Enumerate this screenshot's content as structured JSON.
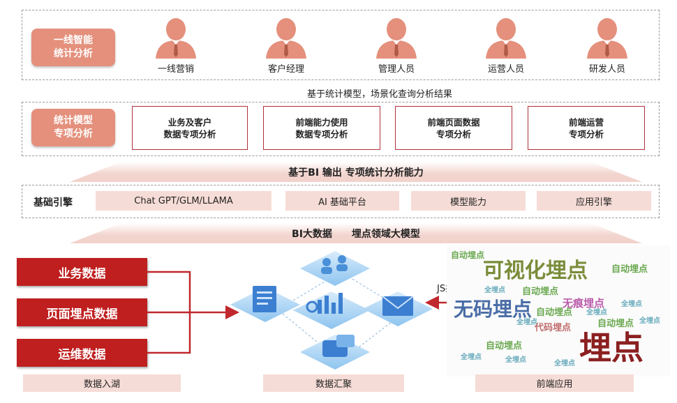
{
  "top": {
    "label": "一线智能\n统计分析",
    "roles": [
      "一线营销",
      "客户经理",
      "管理人员",
      "运营人员",
      "研发人员"
    ]
  },
  "caption_stat": "基于统计模型，场景化查询分析结果",
  "stat": {
    "label": "统计模型\n专项分析",
    "modules": [
      "业务及客户\n数据专项分析",
      "前端能力使用\n数据专项分析",
      "前端页面数据\n专项分析",
      "前端运营\n专项分析"
    ]
  },
  "band_bi": "基于BI 输出 专项统计分析能力",
  "engine": {
    "label": "基础引擎",
    "items": [
      "Chat GPT/GLM/LLAMA",
      "AI 基础平台",
      "模型能力",
      "应用引擎"
    ]
  },
  "band_big": "BI大数据　　埋点领域大模型",
  "sources": [
    "业务数据",
    "页面埋点数据",
    "运维数据"
  ],
  "js_probe": "JS探针",
  "wordcloud": [
    {
      "text": "自动埋点",
      "color": "#6aa84f",
      "size": 12
    },
    {
      "text": "可视化埋点",
      "color": "#7a8c3a",
      "size": 30
    },
    {
      "text": "自动埋点",
      "color": "#6aa84f",
      "size": 13
    },
    {
      "text": "全埋点",
      "color": "#66aabb",
      "size": 10
    },
    {
      "text": "自动埋点",
      "color": "#6aa84f",
      "size": 13
    },
    {
      "text": "无痕埋点",
      "color": "#b95aa9",
      "size": 15
    },
    {
      "text": "无码埋点",
      "color": "#4a6da7",
      "size": 28
    },
    {
      "text": "全埋点",
      "color": "#66aabb",
      "size": 10
    },
    {
      "text": "自动埋点",
      "color": "#6aa84f",
      "size": 13
    },
    {
      "text": "自动埋点",
      "color": "#6aa84f",
      "size": 13
    },
    {
      "text": "全埋点",
      "color": "#66aabb",
      "size": 10
    },
    {
      "text": "代码埋点",
      "color": "#c06b6b",
      "size": 13
    },
    {
      "text": "全埋点",
      "color": "#66aabb",
      "size": 10
    },
    {
      "text": "全埋点",
      "color": "#66aabb",
      "size": 10
    },
    {
      "text": "自动埋点",
      "color": "#6aa84f",
      "size": 13
    },
    {
      "text": "埋点",
      "color": "#8b2020",
      "size": 46
    },
    {
      "text": "全埋点",
      "color": "#66aabb",
      "size": 10
    },
    {
      "text": "全埋点",
      "color": "#66aabb",
      "size": 10
    },
    {
      "text": "全埋点",
      "color": "#66aabb",
      "size": 10
    }
  ],
  "footers": [
    "数据入湖",
    "数据汇聚",
    "前端应用"
  ],
  "colors": {
    "accent": "#e4907c",
    "deep_red": "#bf1f1f",
    "pink": "#f6dcd6",
    "blue": "#4a90d9"
  }
}
